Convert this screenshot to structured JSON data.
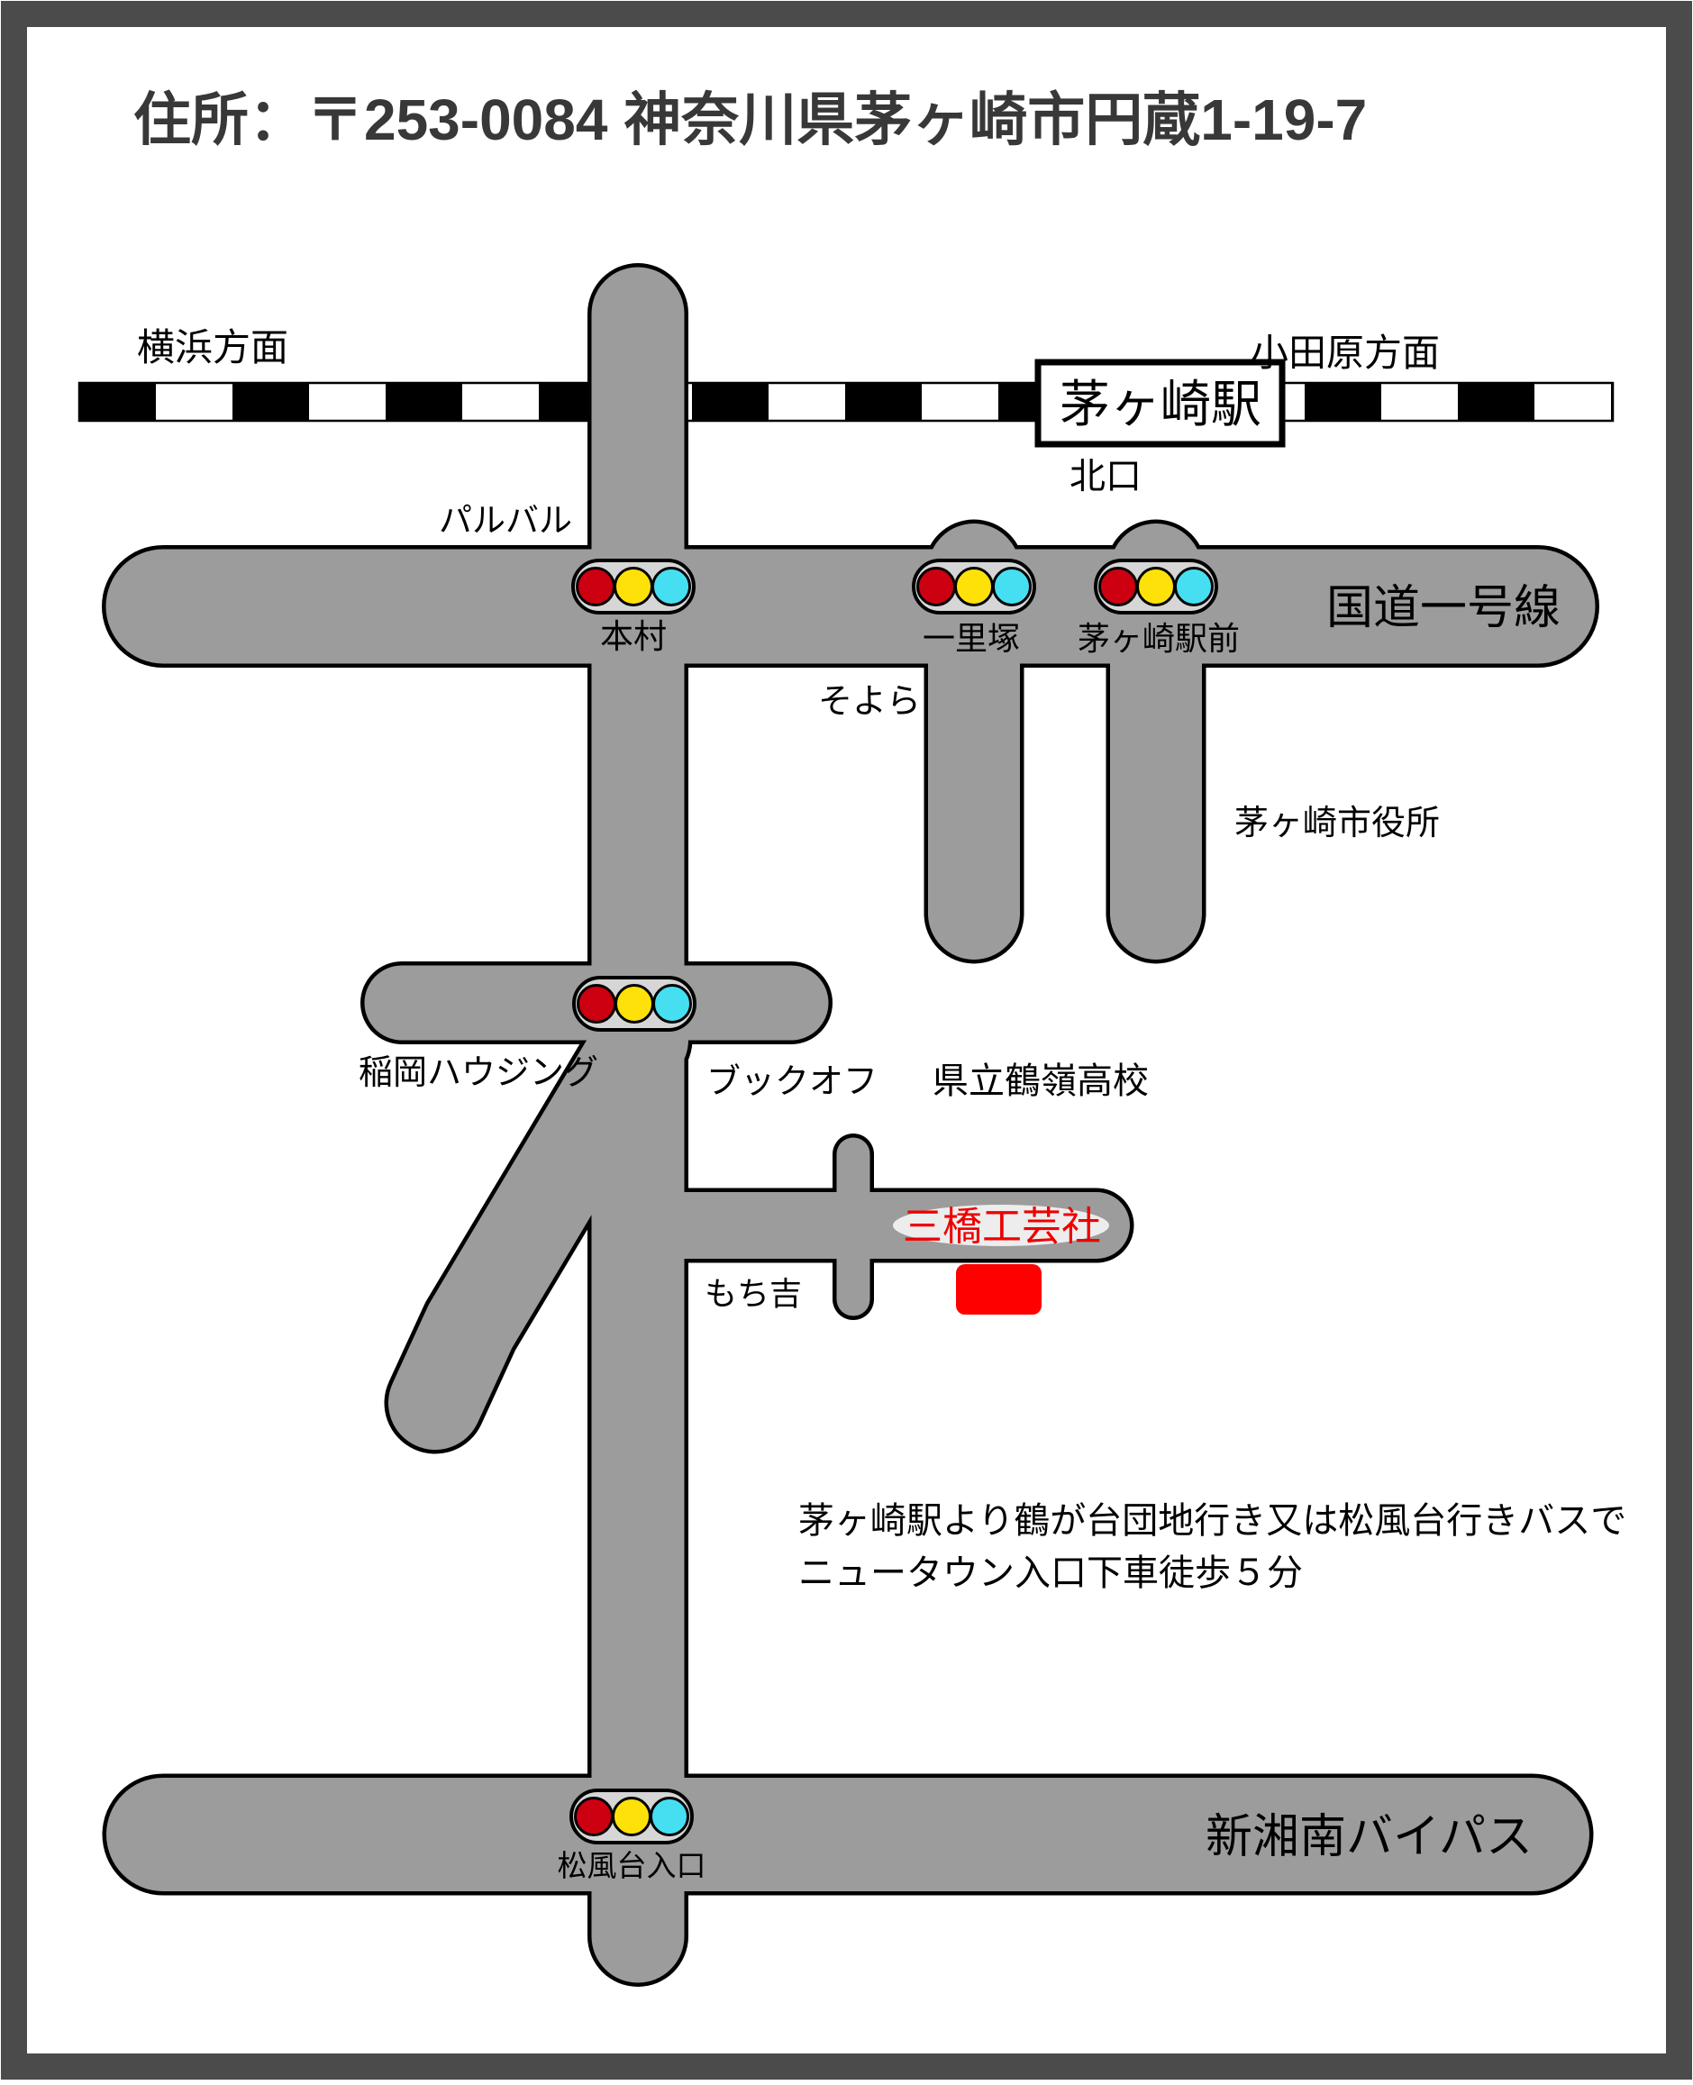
{
  "title": "住所：〒253-0084 神奈川県茅ヶ崎市円蔵1-19-7",
  "railway": {
    "left_direction": "横浜方面",
    "right_direction": "小田原方面",
    "station_name": "茅ヶ崎駅",
    "exit_label": "北口"
  },
  "roads": {
    "route1_label": "国道一号線",
    "bypass_label": "新湘南バイパス"
  },
  "intersections": {
    "honmura": "本村",
    "ichirizuka": "一里塚",
    "ekimae": "茅ヶ崎駅前",
    "matsukazedai": "松風台入口"
  },
  "landmarks": {
    "palbal": "パルバル",
    "soyora": "そよら",
    "city_hall": "茅ヶ崎市役所",
    "inaoka_housing": "稲岡ハウジング",
    "bookoff": "ブックオフ",
    "tsurumine_hs": "県立鶴嶺高校",
    "mochikichi": "もち吉",
    "destination": "三橋工芸社"
  },
  "directions_note": {
    "line1": "茅ヶ崎駅より鶴が台団地行き又は松風台行きバスで",
    "line2": "ニュータウン入口下車徒歩５分"
  },
  "colors": {
    "road_gray": "#9c9c9c",
    "frame_gray": "#4b4b4b",
    "signal_housing": "#d6d6d6",
    "signal_red": "#cc0011",
    "signal_yellow": "#ffe10a",
    "signal_cyan": "#46dff2",
    "destination_red": "#ff0000",
    "destination_text_red": "#ee0000"
  }
}
